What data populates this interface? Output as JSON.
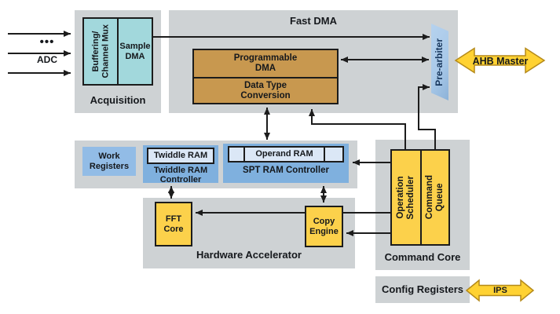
{
  "colors": {
    "canvas_gray": "#ced2d4",
    "cyan": "#a2d8dc",
    "tan": "#c8984f",
    "yellow": "#fcd14b",
    "controller_blue": "#7fb0de",
    "work_registers_blue": "#92bce6",
    "inner_ram_blue": "#dbe7f6",
    "prearbiter_blue": "#a9c9e9",
    "bus_gold": "#ffd233",
    "line_black": "#1c1c1c"
  },
  "inputs": {
    "adc_label": "ADC",
    "dots": "•••"
  },
  "acquisition": {
    "title": "Acquisition",
    "buffering_mux": "Buffering/\nChannel Mux",
    "sample_dma": "Sample\nDMA"
  },
  "fast_dma": {
    "title": "Fast DMA",
    "programmable_dma": "Programmable\nDMA",
    "data_type_conversion": "Data Type\nConversion"
  },
  "pre_arbiter": {
    "label": "Pre-arbiter"
  },
  "buses": {
    "ahb_master": "AHB Master",
    "ips": "IPS"
  },
  "memory": {
    "work_registers": "Work\nRegisters",
    "twiddle_ram": "Twiddle RAM",
    "twiddle_ram_controller": "Twiddle RAM\nController",
    "operand_ram": "Operand RAM",
    "spt_ram_controller": "SPT RAM Controller"
  },
  "hardware_accelerator": {
    "title": "Hardware Accelerator",
    "fft_core": "FFT\nCore",
    "copy_engine": "Copy\nEngine"
  },
  "command_core": {
    "title": "Command Core",
    "operation_scheduler": "Operation\nScheduler",
    "command_queue": "Command\nQueue"
  },
  "config_registers": {
    "title": "Config Registers"
  }
}
